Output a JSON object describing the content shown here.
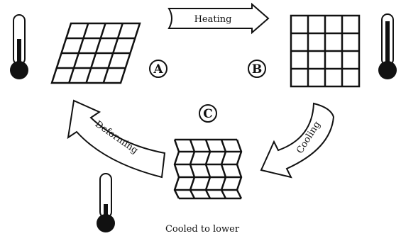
{
  "diagram": {
    "labels": {
      "a": "A",
      "b": "B",
      "c": "C"
    },
    "arrows": {
      "heating": "Heating",
      "cooling": "Cooling",
      "deforming": "Deforming"
    },
    "caption": "Cooled to lower"
  },
  "colors": {
    "ink": "#111111",
    "background": "#ffffff"
  },
  "icons": [
    "thermometer-icon",
    "thermometer-icon",
    "thermometer-icon"
  ]
}
